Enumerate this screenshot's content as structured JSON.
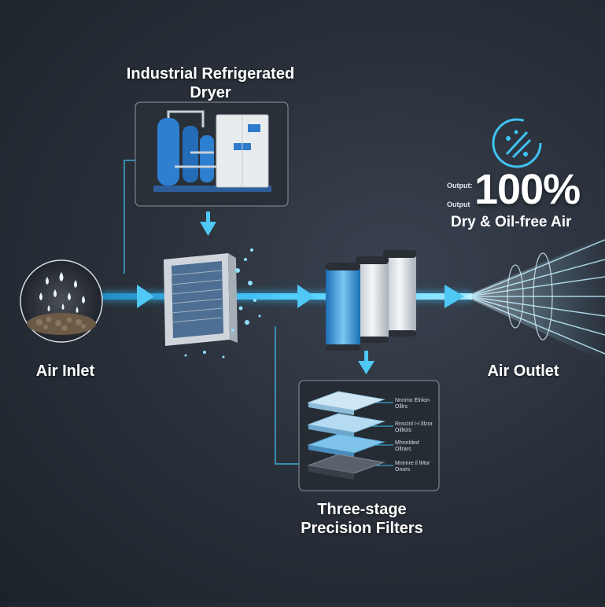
{
  "dryer": {
    "title_line1": "Industrial Refrigerated",
    "title_line2": "Dryer"
  },
  "inlet": {
    "label": "Air Inlet"
  },
  "outlet": {
    "label": "Air Outlet",
    "small_text_1": "Output:",
    "small_text_2": "Output",
    "percent": "100%",
    "description": "Dry & Oil-free Air"
  },
  "filters": {
    "title_line1": "Three-stage",
    "title_line2": "Precision Filters",
    "layers": [
      {
        "line1": "Nnnmo Elnlon",
        "line2": "Olllrs"
      },
      {
        "line1": "Rnscinl I-I Illzor",
        "line2": "Oilltols"
      },
      {
        "line1": "Mhnnlded",
        "line2": "Ollrars"
      },
      {
        "line1": "Mnnnre il lMor",
        "line2": "Onors"
      }
    ]
  },
  "colors": {
    "accent": "#3fc3f2",
    "accent_bright": "#7fe0ff",
    "background": "#2a313b",
    "text": "#ffffff"
  },
  "icons": [
    "water-drops-icon",
    "arrow-down-icon",
    "arrow-right-icon",
    "dry-air-icon"
  ]
}
